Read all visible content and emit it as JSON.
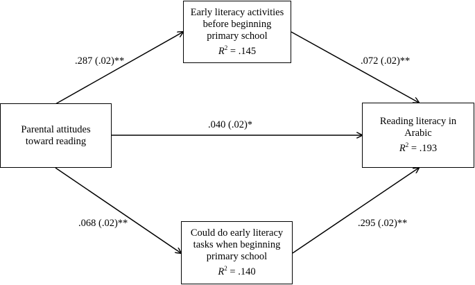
{
  "nodes": {
    "parental": {
      "lines": [
        "Parental attitudes",
        "toward reading"
      ]
    },
    "early_activities": {
      "lines": [
        "Early literacy activities",
        "before beginning",
        "primary school"
      ],
      "r2_value": ".145"
    },
    "early_tasks": {
      "lines": [
        "Could do early literacy",
        "tasks when beginning",
        "primary school"
      ],
      "r2_value": ".140"
    },
    "reading": {
      "lines": [
        "Reading literacy in",
        "Arabic"
      ],
      "r2_value": ".193"
    }
  },
  "r2_symbol": "R",
  "r2_superscript": "2",
  "r2_equals": " = ",
  "paths": {
    "parental_to_activities": ".287 (.02)**",
    "activities_to_reading": ".072 (.02)**",
    "parental_to_reading": ".040 (.02)*",
    "parental_to_tasks": ".068 (.02)**",
    "tasks_to_reading": ".295 (.02)**"
  },
  "colors": {
    "stroke": "#000000",
    "background": "#ffffff"
  }
}
